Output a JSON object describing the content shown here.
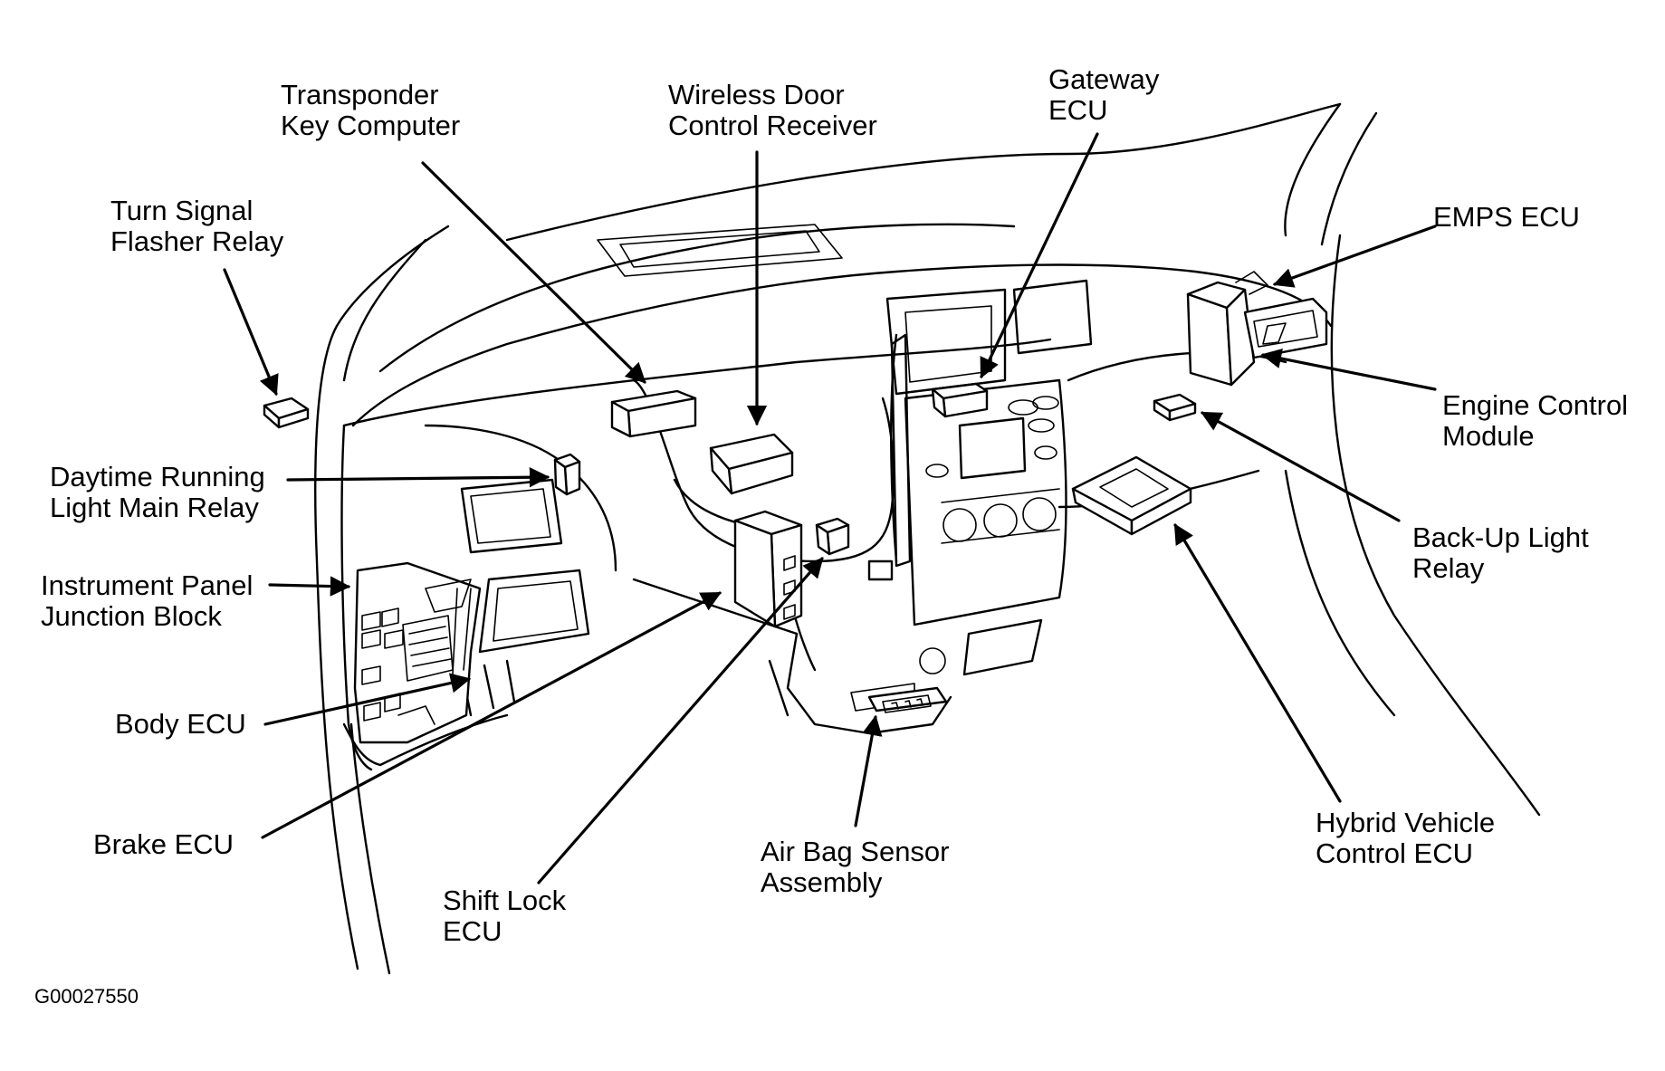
{
  "labels": {
    "transponder": [
      "Transponder",
      "Key Computer"
    ],
    "wireless": [
      "Wireless Door",
      "Control Receiver"
    ],
    "gateway": [
      "Gateway",
      "ECU"
    ],
    "turn_signal": [
      "Turn Signal",
      "Flasher Relay"
    ],
    "emps": [
      "EMPS ECU"
    ],
    "engine": [
      "Engine Control",
      "Module"
    ],
    "daytime": [
      "Daytime Running",
      "Light Main Relay"
    ],
    "junction": [
      "Instrument Panel",
      "Junction Block"
    ],
    "backup": [
      "Back-Up Light",
      "Relay"
    ],
    "body": [
      "Body ECU"
    ],
    "brake": [
      "Brake ECU"
    ],
    "shift": [
      "Shift Lock",
      "ECU"
    ],
    "airbag": [
      "Air Bag Sensor",
      "Assembly"
    ],
    "hybrid": [
      "Hybrid Vehicle",
      "Control ECU"
    ]
  },
  "figure_code": "G00027550"
}
